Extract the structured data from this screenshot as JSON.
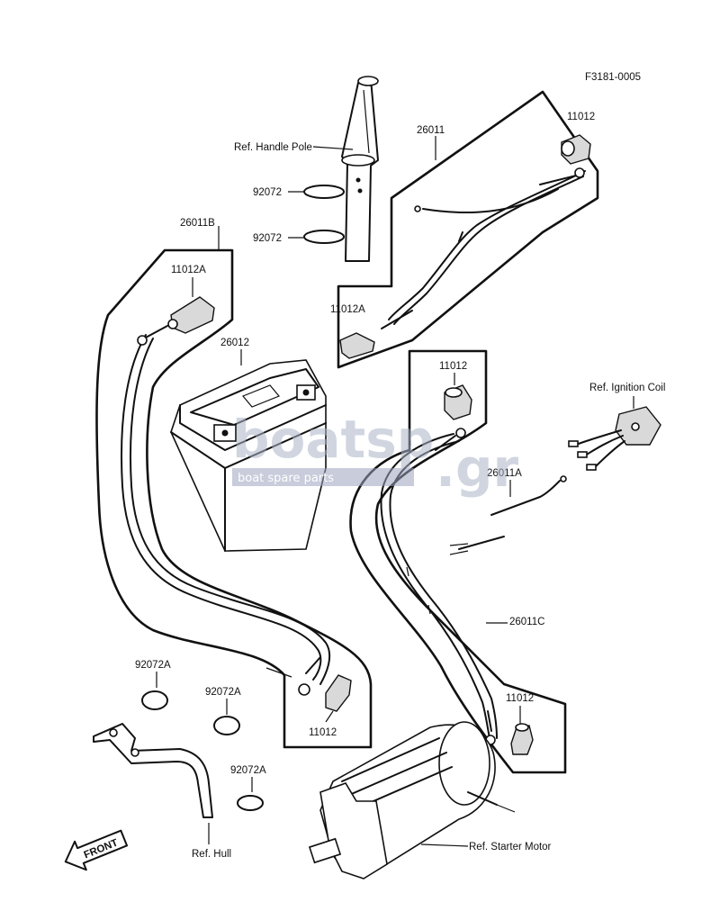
{
  "figure_code": "F3181-0005",
  "parts": {
    "handle_pole": "Ref. Handle Pole",
    "clamp_upper": "92072",
    "clamp_lower": "92072",
    "cable_upper": "26011",
    "cap_upper": "11012",
    "boot_upper": "11012A",
    "cable_left": "26011B",
    "boot_left": "11012A",
    "battery": "26012",
    "cap_left_bottom": "11012",
    "cap_middle": "11012",
    "ignition_coil": "Ref. Ignition Coil",
    "lead_ignition": "26011A",
    "cable_right": "26011C",
    "cap_right_bottom": "11012",
    "clamp_hull_1": "92072A",
    "clamp_hull_2": "92072A",
    "clamp_hull_3": "92072A",
    "hull": "Ref. Hull",
    "starter_motor": "Ref. Starter Motor",
    "front": "FRONT"
  },
  "watermark": {
    "brand": "boatsp",
    "suffix": ".gr",
    "tagline": "boat spare parts"
  }
}
